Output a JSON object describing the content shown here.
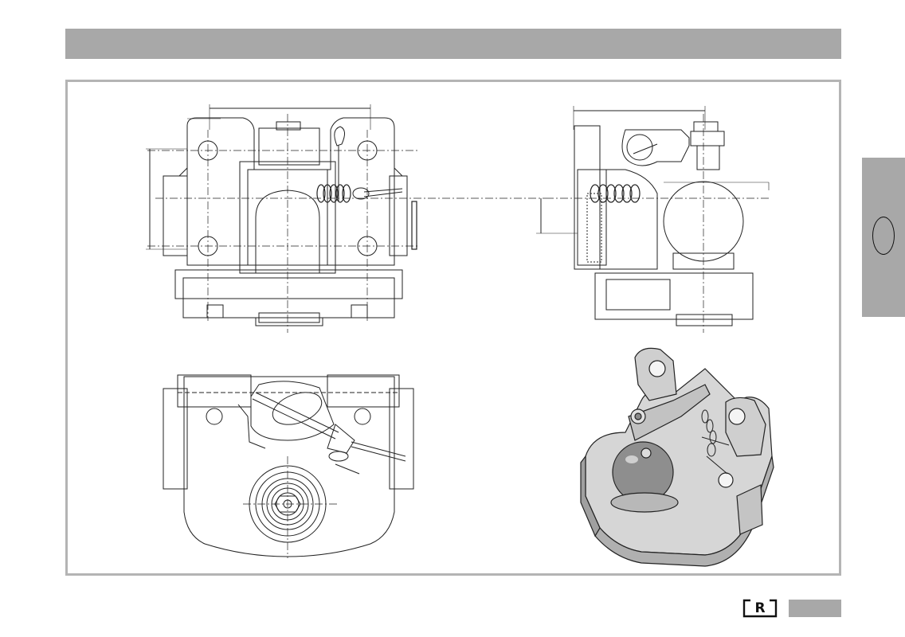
{
  "header": {
    "title": ""
  },
  "drawings": [
    {
      "view": "front-view"
    },
    {
      "view": "side-view"
    },
    {
      "view": "top-view"
    },
    {
      "view": "isometric-view"
    }
  ],
  "side_tab": {
    "label": ""
  },
  "footer": {
    "logo_text": "R",
    "page_label": ""
  },
  "colors": {
    "bar": "#a8a8a8",
    "frame_border": "#b4b4b4",
    "line": "#222222",
    "render_fill": "#d4d4d4"
  }
}
